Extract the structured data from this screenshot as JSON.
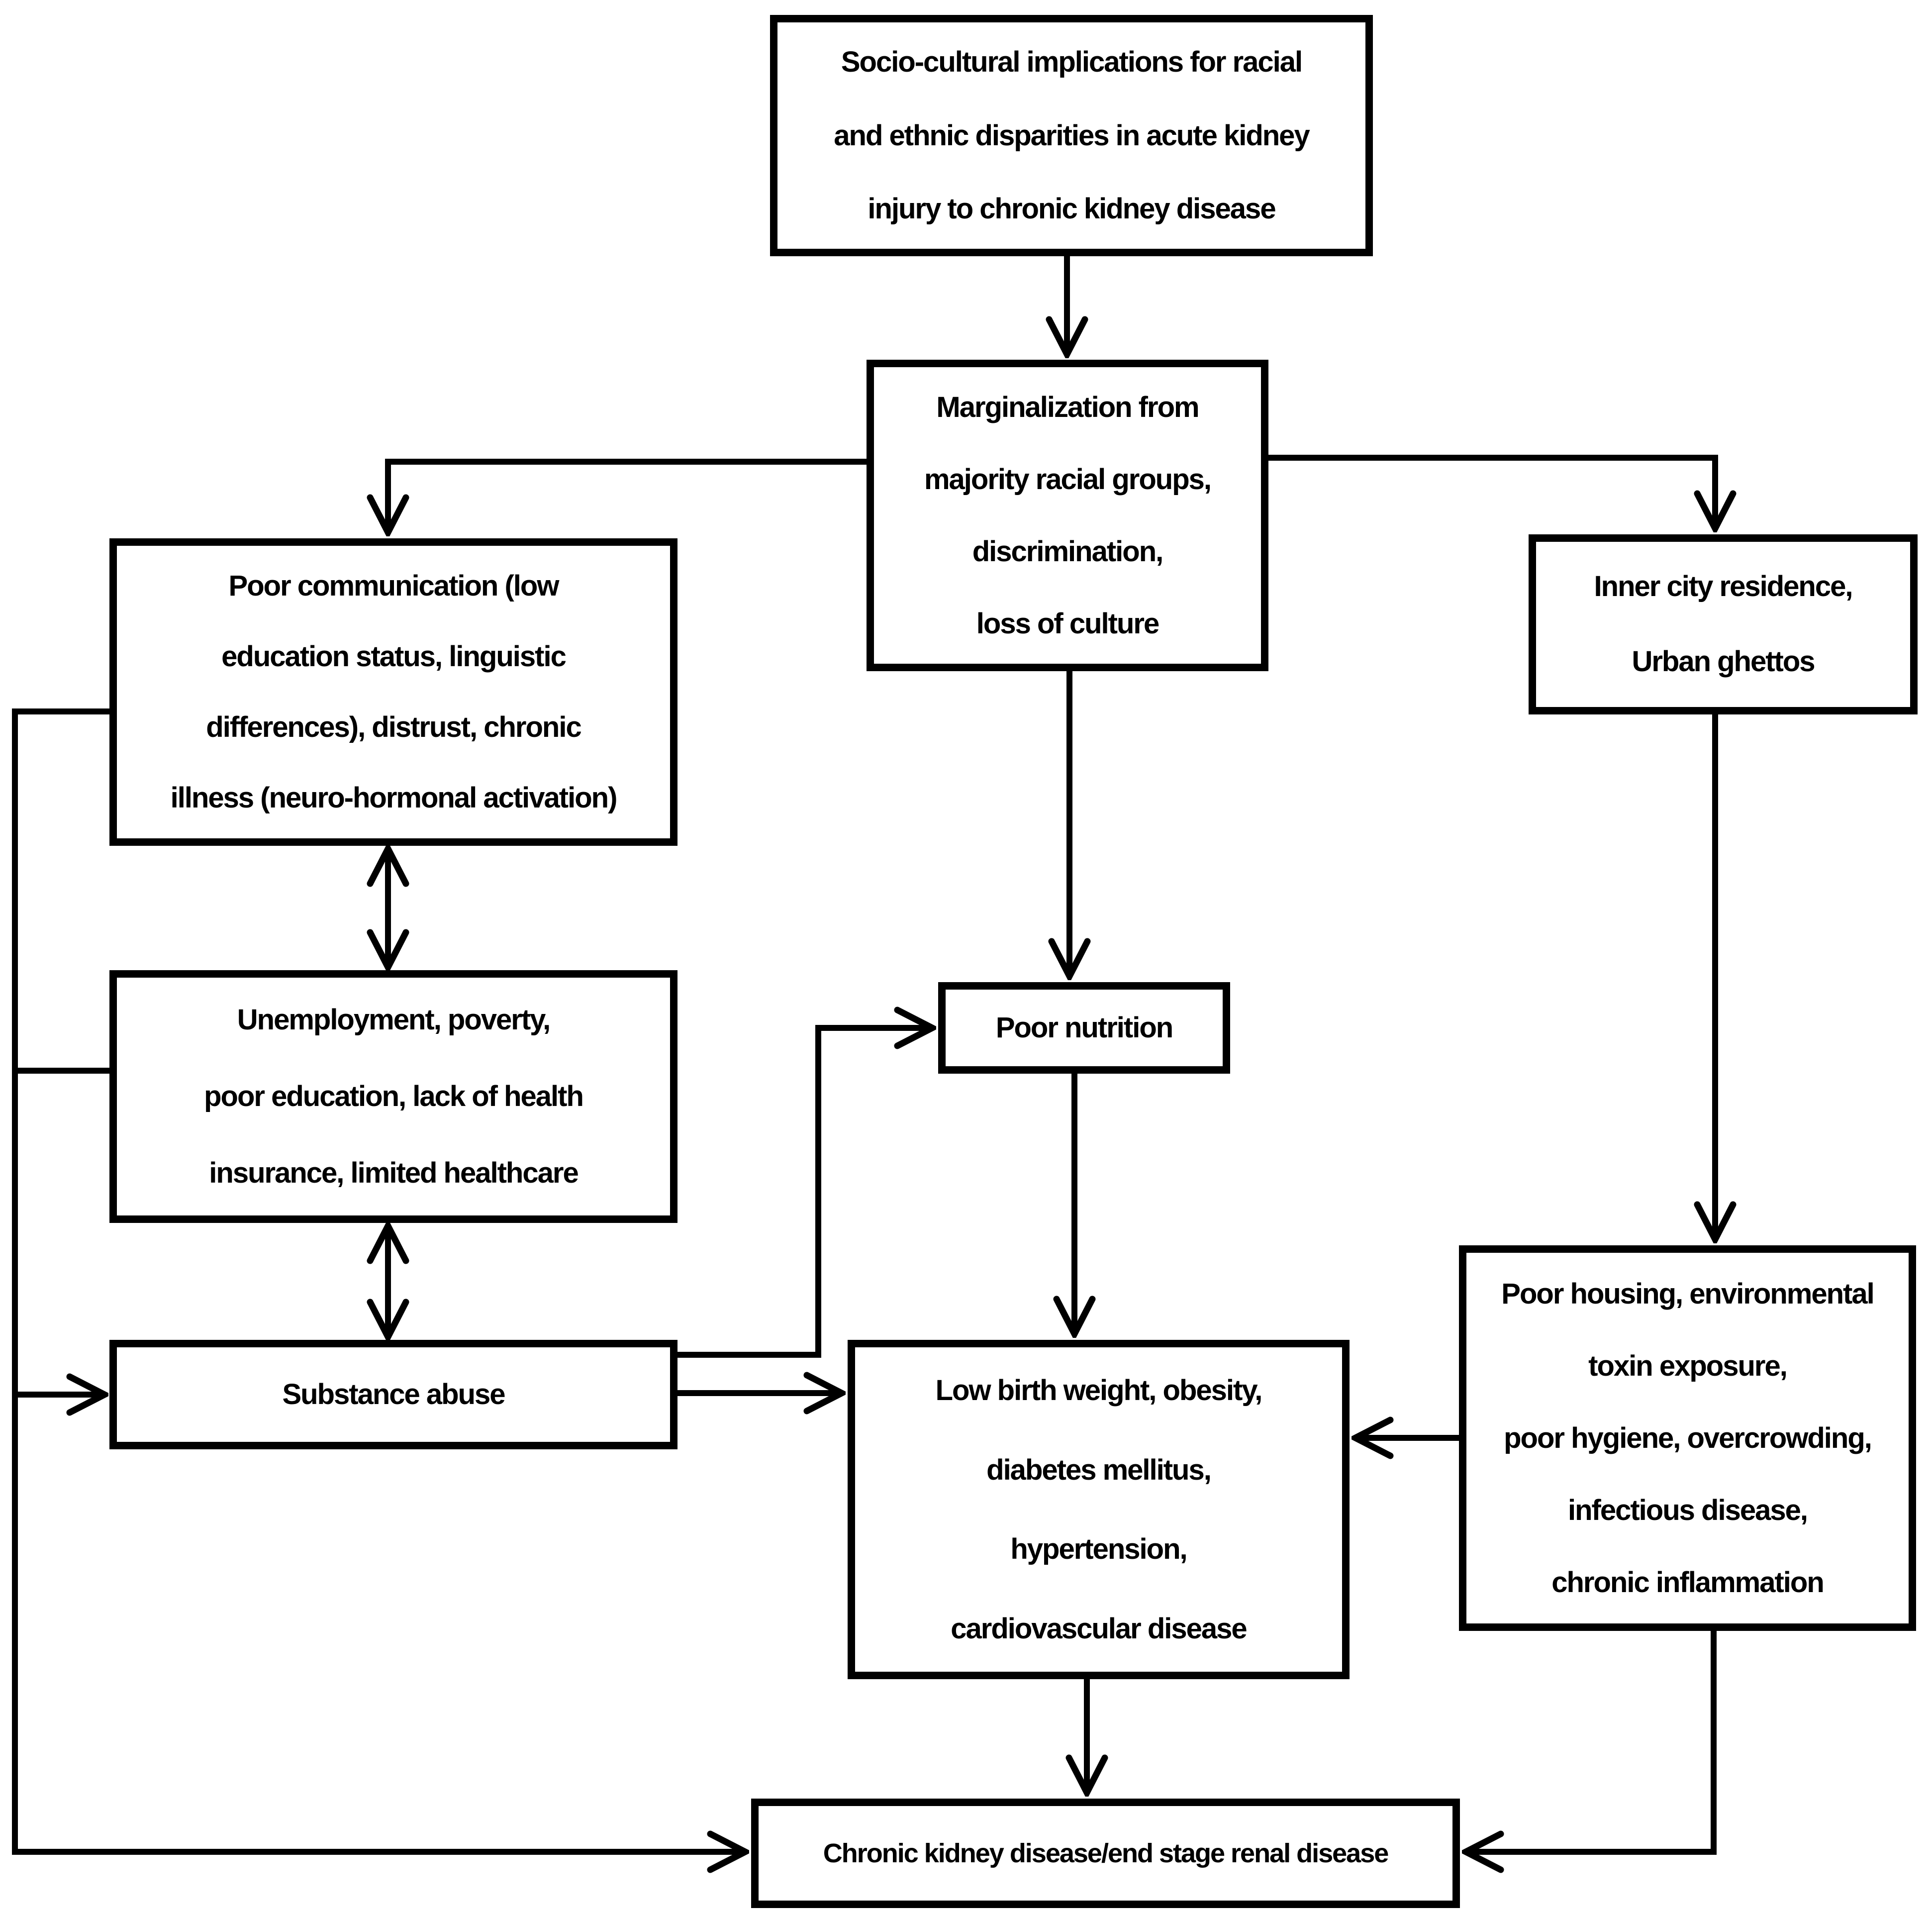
{
  "diagram_title": "Socio-cultural implications for racial and ethnic disparities in acute kidney injury to chronic kidney disease",
  "colors": {
    "ink": "#000000",
    "background": "#ffffff"
  },
  "nodes": {
    "socio_cultural": {
      "label": "Socio-cultural implications for racial and ethnic disparities in acute kidney injury to chronic kidney disease",
      "lines": [
        "Socio-cultural implications for racial",
        "and ethnic disparities in acute kidney",
        "injury to chronic kidney disease"
      ]
    },
    "marginalization": {
      "label": "Marginalization from majority racial groups, discrimination, loss of culture",
      "lines": [
        "Marginalization from",
        "majority racial groups,",
        "discrimination,",
        "loss of culture"
      ]
    },
    "poor_communication": {
      "label": "Poor communication (low education status, linguistic differences), distrust, chronic illness (neuro-hormonal activation)",
      "lines": [
        "Poor communication (low",
        "education status, linguistic",
        "differences), distrust, chronic",
        "illness (neuro-hormonal activation)"
      ]
    },
    "inner_city": {
      "label": "Inner city residence, Urban ghettos",
      "lines": [
        "Inner city residence,",
        "Urban ghettos"
      ]
    },
    "unemployment": {
      "label": "Unemployment, poverty, poor education, lack of health insurance, limited healthcare",
      "lines": [
        "Unemployment, poverty,",
        "poor education, lack of health",
        "insurance, limited healthcare"
      ]
    },
    "poor_nutrition": {
      "label": "Poor nutrition",
      "lines": [
        "Poor nutrition"
      ]
    },
    "substance_abuse": {
      "label": "Substance abuse",
      "lines": [
        "Substance abuse"
      ]
    },
    "low_birth_weight": {
      "label": "Low birth weight, obesity, diabetes mellitus, hypertension, cardiovascular disease",
      "lines": [
        "Low birth weight, obesity,",
        "diabetes mellitus,",
        "hypertension,",
        "cardiovascular disease"
      ]
    },
    "poor_housing": {
      "label": "Poor housing, environmental toxin exposure, poor hygiene, overcrowding, infectious disease, chronic inflammation",
      "lines": [
        "Poor housing, environmental",
        "toxin exposure,",
        "poor hygiene, overcrowding,",
        "infectious disease,",
        "chronic inflammation"
      ]
    },
    "chronic_kidney_disease": {
      "label": "Chronic kidney disease/end stage renal disease",
      "lines": [
        "Chronic kidney disease/end stage renal disease"
      ]
    }
  },
  "connections": [
    {
      "from": "socio_cultural",
      "to": "marginalization",
      "type": "arrow"
    },
    {
      "from": "marginalization",
      "to": "poor_communication",
      "type": "arrow"
    },
    {
      "from": "marginalization",
      "to": "inner_city",
      "type": "arrow"
    },
    {
      "from": "marginalization",
      "to": "poor_nutrition",
      "type": "arrow"
    },
    {
      "from": "poor_communication",
      "to": "unemployment",
      "type": "double-arrow"
    },
    {
      "from": "unemployment",
      "to": "substance_abuse",
      "type": "double-arrow"
    },
    {
      "from": "poor_communication",
      "to": "chronic_kidney_disease",
      "type": "arrow",
      "via": "left-rail"
    },
    {
      "from": "unemployment",
      "to": "chronic_kidney_disease",
      "type": "arrow",
      "via": "left-rail"
    },
    {
      "from": "left_rail",
      "to": "substance_abuse",
      "type": "arrow"
    },
    {
      "from": "substance_abuse",
      "to": "poor_nutrition",
      "type": "arrow"
    },
    {
      "from": "substance_abuse",
      "to": "low_birth_weight",
      "type": "arrow"
    },
    {
      "from": "poor_nutrition",
      "to": "low_birth_weight",
      "type": "arrow"
    },
    {
      "from": "inner_city",
      "to": "poor_housing",
      "type": "arrow"
    },
    {
      "from": "poor_housing",
      "to": "low_birth_weight",
      "type": "arrow"
    },
    {
      "from": "low_birth_weight",
      "to": "chronic_kidney_disease",
      "type": "arrow"
    },
    {
      "from": "poor_housing",
      "to": "chronic_kidney_disease",
      "type": "arrow"
    }
  ]
}
